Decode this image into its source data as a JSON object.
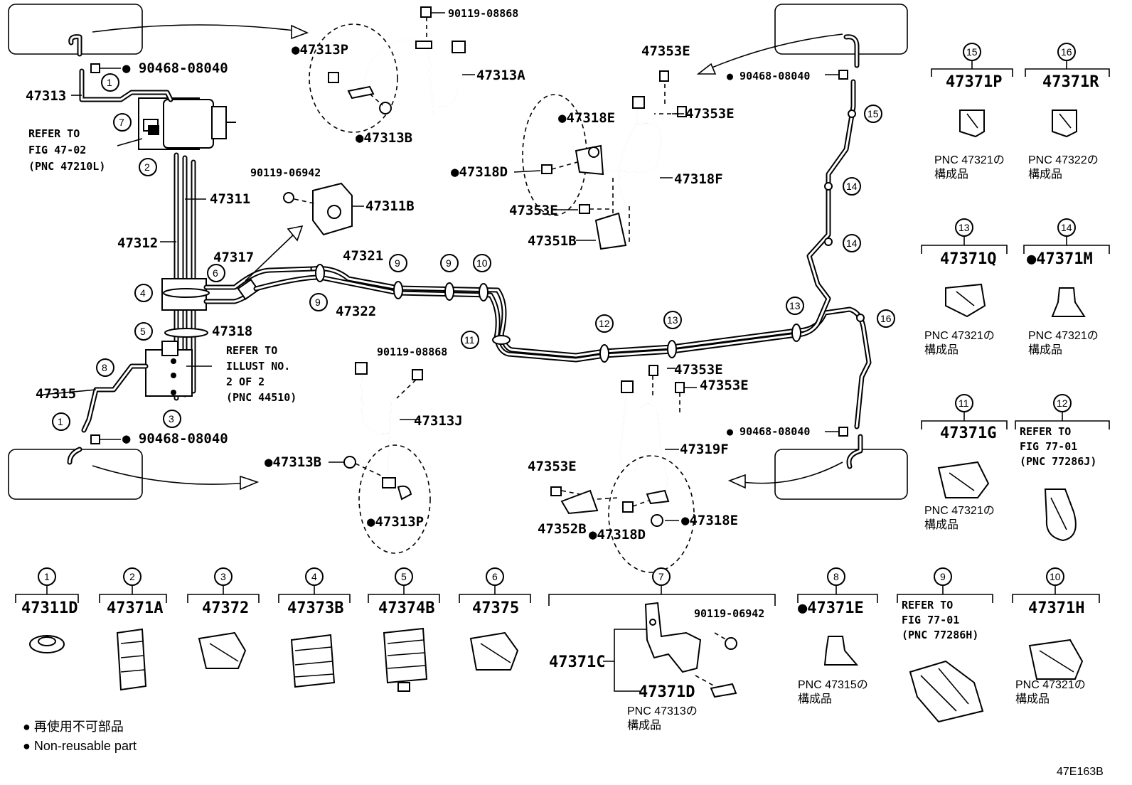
{
  "legend": {
    "line1": "● 再使用不可部品",
    "line2": "● Non-reusable part"
  },
  "fig_code": "47E163B",
  "refs": {
    "fig4702": {
      "l1": "REFER TO",
      "l2": "FIG 47-02",
      "l3": "(PNC 47210L)"
    },
    "illust": {
      "l1": "REFER TO",
      "l2": "ILLUST NO.",
      "l3": "2 OF 2",
      "l4": "(PNC 44510)"
    },
    "fig7701j": {
      "l1": "REFER TO",
      "l2": "FIG 77-01",
      "l3": "(PNC 77286J)"
    },
    "fig7701h": {
      "l1": "REFER TO",
      "l2": "FIG 77-01",
      "l3": "(PNC 77286H)"
    }
  },
  "labels": {
    "p47313": "47313",
    "p47311": "47311",
    "p47312": "47312",
    "p47315": "47315",
    "p47317": "47317",
    "p47318": "47318",
    "p47321": "47321",
    "p47322": "47322",
    "p47313P_top": "●47313P",
    "p47313A": "47313A",
    "p47313B_top": "●47313B",
    "p90119_08868_top": "90119-08868",
    "p90119_06942_mid": "90119-06942",
    "p47311B": "47311B",
    "p90468_tl": "● 90468-08040",
    "p90468_bl": "● 90468-08040",
    "p90468_tr": "● 90468-08040",
    "p90468_br": "● 90468-08040",
    "p47353E_a": "47353E",
    "p47353E_b": "47353E",
    "p47353E_c": "47353E",
    "p47353E_d": "47353E",
    "p47353E_e": "47353E",
    "p47353E_f": "47353E",
    "p47318E_top": "●47318E",
    "p47318D_top": "●47318D",
    "p47318F": "47318F",
    "p47351B": "47351B",
    "p90119_08868_mid": "90119-08868",
    "p47313J": "47313J",
    "p47313B_bot": "●47313B",
    "p47313P_bot": "●47313P",
    "p47319F": "47319F",
    "p47352B": "47352B",
    "p47318D_bot": "●47318D",
    "p47318E_bot": "●47318E"
  },
  "callouts": [
    "1",
    "2",
    "3",
    "4",
    "5",
    "6",
    "7",
    "8",
    "9",
    "10",
    "11",
    "12",
    "13",
    "14",
    "15",
    "16"
  ],
  "clip_panels": {
    "c15": {
      "num": "15",
      "pn": "47371P",
      "note1": "PNC 47321の",
      "note2": "構成品"
    },
    "c16": {
      "num": "16",
      "pn": "47371R",
      "note1": "PNC 47322の",
      "note2": "構成品"
    },
    "c13": {
      "num": "13",
      "pn": "47371Q",
      "note1": "PNC 47321の",
      "note2": "構成品"
    },
    "c14": {
      "num": "14",
      "pn": "●47371M",
      "note1": "PNC 47321の",
      "note2": "構成品"
    },
    "c11": {
      "num": "11",
      "pn": "47371G",
      "note1": "PNC 47321の",
      "note2": "構成品"
    },
    "c12": {
      "num": "12"
    },
    "b1": {
      "num": "1",
      "pn": "47311D"
    },
    "b2": {
      "num": "2",
      "pn": "47371A"
    },
    "b3": {
      "num": "3",
      "pn": "47372"
    },
    "b4": {
      "num": "4",
      "pn": "47373B"
    },
    "b5": {
      "num": "5",
      "pn": "47374B"
    },
    "b6": {
      "num": "6",
      "pn": "47375"
    },
    "b7": {
      "num": "7",
      "pn1": "47371C",
      "pn2": "47371D",
      "bolt": "90119-06942",
      "note1": "PNC 47313の",
      "note2": "構成品"
    },
    "b8": {
      "num": "8",
      "pn": "●47371E",
      "note1": "PNC 47315の",
      "note2": "構成品"
    },
    "b9": {
      "num": "9"
    },
    "b10": {
      "num": "10",
      "pn": "47371H",
      "note1": "PNC 47321の",
      "note2": "構成品"
    }
  }
}
